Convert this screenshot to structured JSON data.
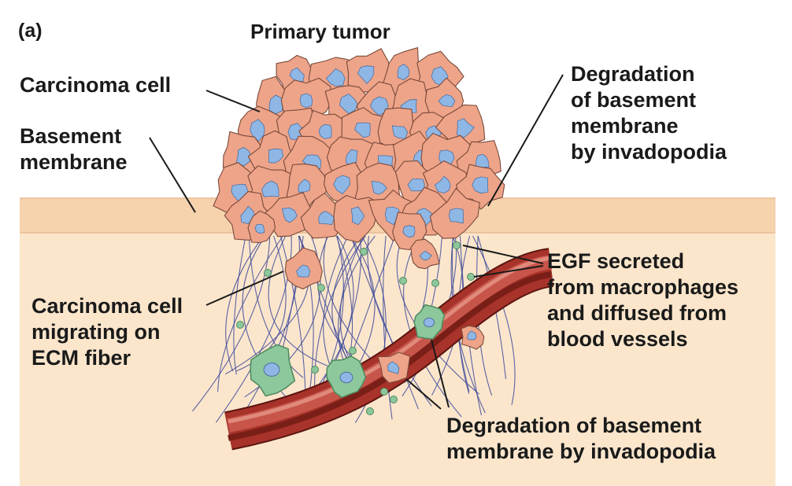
{
  "panel_label": "(a)",
  "labels": {
    "primary_tumor": "Primary tumor",
    "carcinoma_cell": "Carcinoma cell",
    "basement_membrane": [
      "Basement",
      "membrane"
    ],
    "degradation_top": [
      "Degradation",
      "of basement",
      "membrane",
      "by invadopodia"
    ],
    "egf": [
      "EGF secreted",
      "from macrophages",
      "and diffused from",
      "blood vessels"
    ],
    "migrating": [
      "Carcinoma cell",
      "migrating on",
      "ECM fiber"
    ],
    "degradation_bottom": [
      "Degradation of basement",
      "membrane by invadopodia"
    ]
  },
  "colors": {
    "tissue": "#fbe6cc",
    "membrane": "#f6d2ad",
    "tumor_cell": "#eea489",
    "tumor_outline": "#7a4a3a",
    "nucleus": "#8fb7e6",
    "macrophage": "#8dc79c",
    "fiber": "#3e4a9a",
    "vessel": "#9b2b23"
  }
}
